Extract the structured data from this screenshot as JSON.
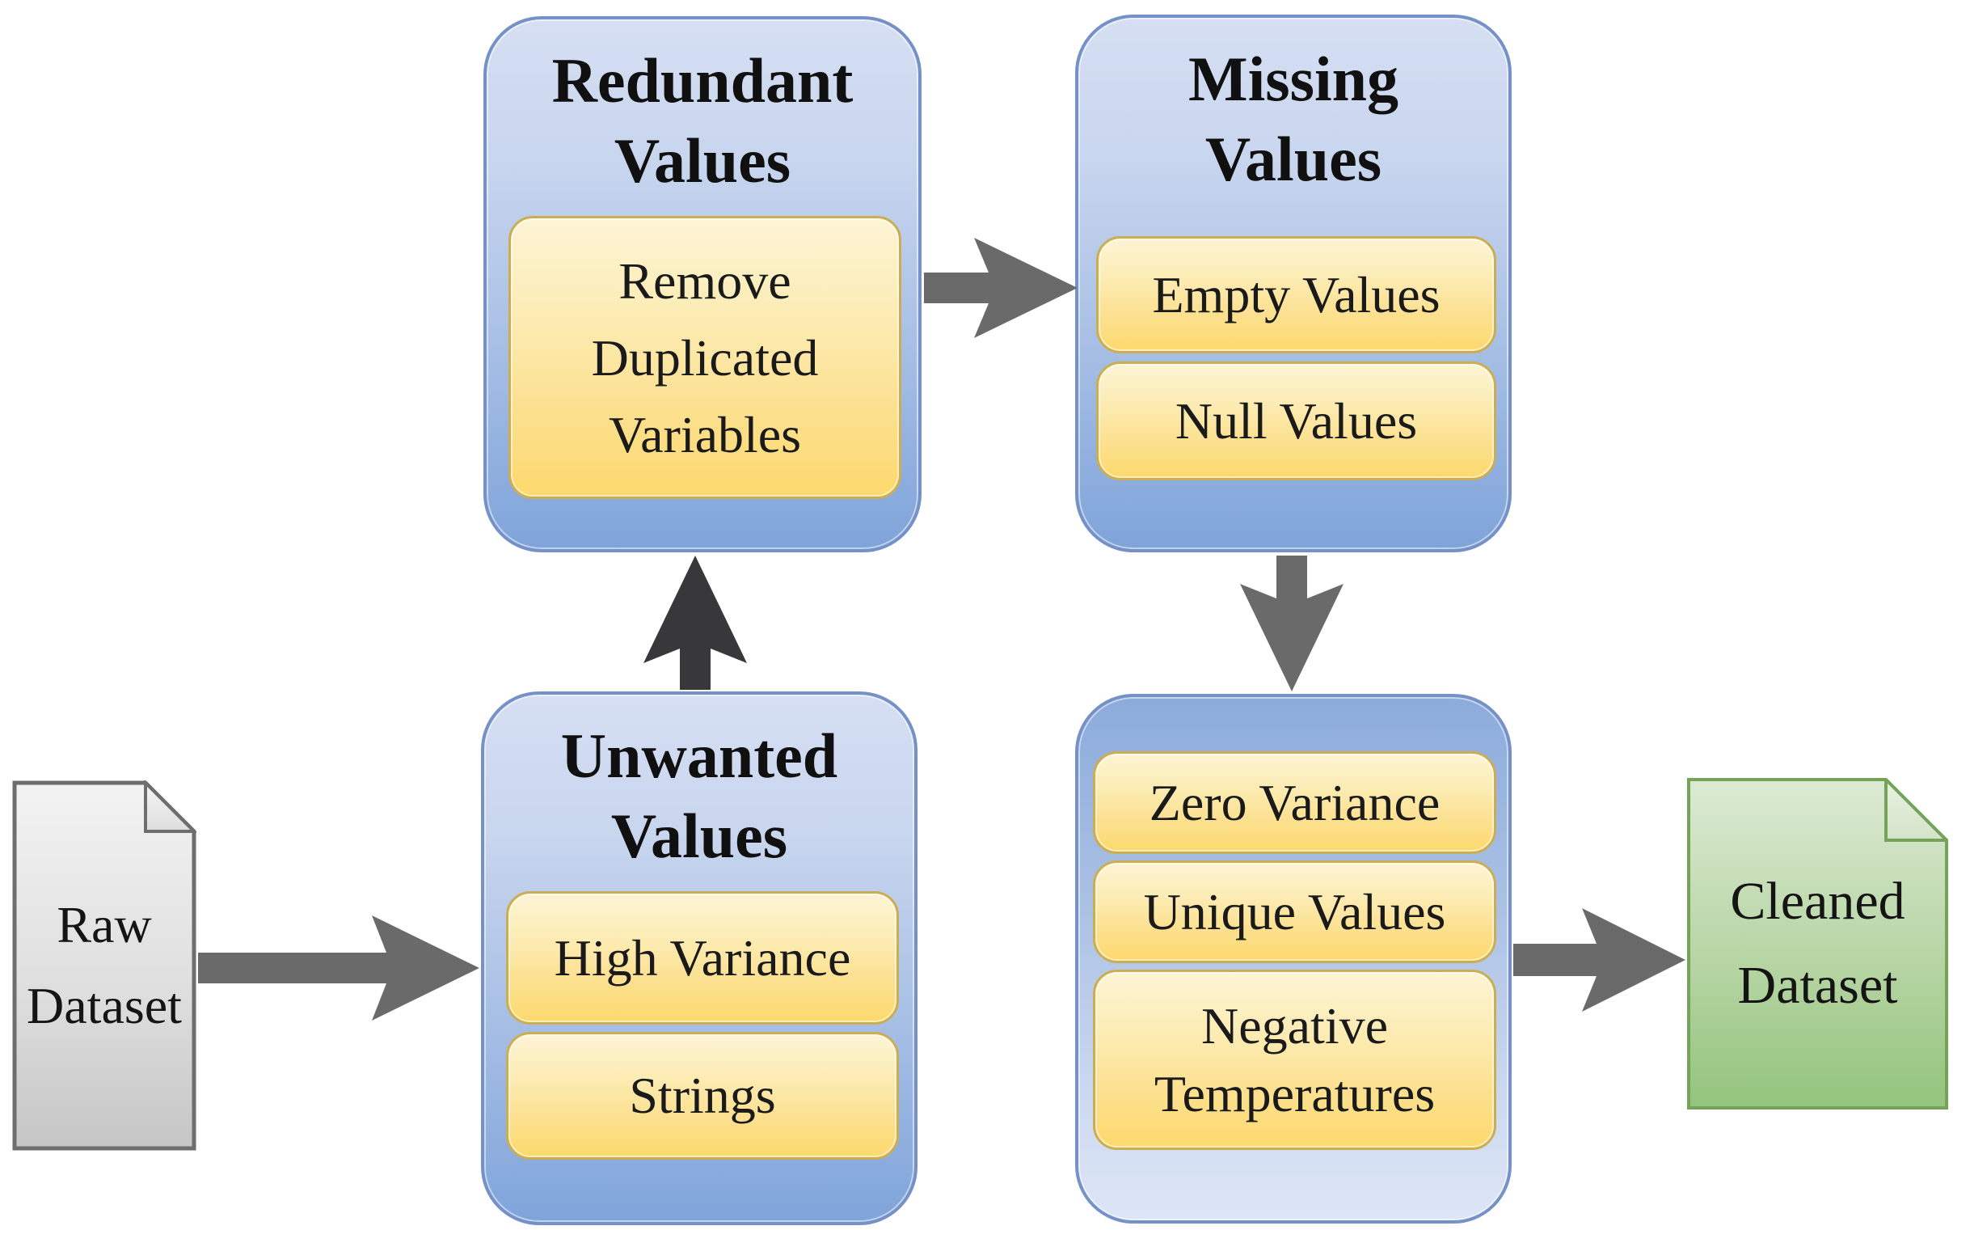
{
  "diagram": {
    "description": "Data cleaning process flow",
    "nodes": {
      "raw_dataset": {
        "label": "Raw Dataset"
      },
      "unwanted": {
        "title": "Unwanted Values",
        "items": [
          "High Variance",
          "Strings"
        ]
      },
      "redundant": {
        "title": "Redundant Values",
        "items": [
          "Remove Duplicated Variables"
        ]
      },
      "missing": {
        "title": "Missing Values",
        "items": [
          "Empty Values",
          "Null Values"
        ]
      },
      "handling": {
        "items": [
          "Zero Variance",
          "Unique Values",
          "Negative Temperatures"
        ]
      },
      "cleaned_dataset": {
        "label": "Cleaned Dataset"
      }
    },
    "connections": [
      {
        "from": "raw-dataset",
        "to": "unwanted-values",
        "direction": "right"
      },
      {
        "from": "unwanted-values",
        "to": "redundant-values",
        "direction": "up"
      },
      {
        "from": "redundant-values",
        "to": "missing-values",
        "direction": "right"
      },
      {
        "from": "missing-values",
        "to": "handling-values",
        "direction": "down"
      },
      {
        "from": "handling-values",
        "to": "cleaned-dataset",
        "direction": "right"
      }
    ],
    "colors": {
      "arrow": "#6a6a6a",
      "arrow_dark": "#38383a",
      "blue_box_top": "#d6dff3",
      "blue_box_bottom": "#7fa4da",
      "blue_border": "#7591c7",
      "yellow_top": "#fdf4d5",
      "yellow_bottom": "#fcd96d",
      "yellow_border": "#ccae50",
      "gray_doc_top": "#f3f3f3",
      "gray_doc_bottom": "#c5c5c5",
      "gray_doc_border": "#6e6e6e",
      "green_doc_top": "#dcead3",
      "green_doc_bottom": "#93c47d",
      "green_doc_border": "#76a35a",
      "text": "#161616"
    }
  }
}
